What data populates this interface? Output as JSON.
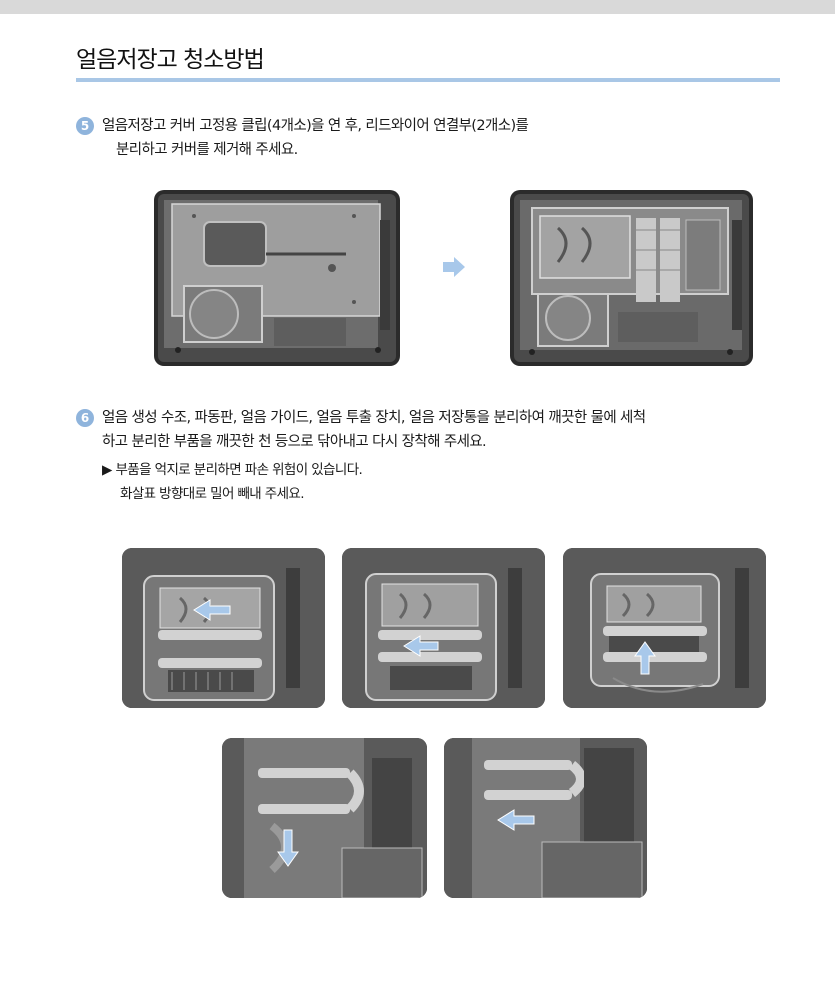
{
  "page": {
    "title": "얼음저장고 청소방법"
  },
  "step5": {
    "number": "5",
    "line1": "얼음저장고 커버 고정용 클립(4개소)을 연 후, 리드와이어 연결부(2개소)를",
    "line2": "분리하고 커버를 제거해 주세요."
  },
  "step6": {
    "number": "6",
    "line1": "얼음 생성 수조, 파동판, 얼음 가이드, 얼음 투출 장치, 얼음 저장통을 분리하여 깨끗한 물에 세척",
    "line2": "하고 분리한 부품을 깨끗한 천 등으로  닦아내고 다시 장착해 주세요."
  },
  "note": {
    "line1": "▶ 부품을 억지로 분리하면 파손 위험이 있습니다.",
    "line2": "화살표 방향대로 밀어 빼내 주세요."
  },
  "colors": {
    "accent_blue": "#8fb4dc",
    "rule_blue": "#a9c7e6",
    "arrow_blue": "#a8c8ea"
  },
  "icons": {
    "next_arrow": "right-arrow-icon"
  }
}
